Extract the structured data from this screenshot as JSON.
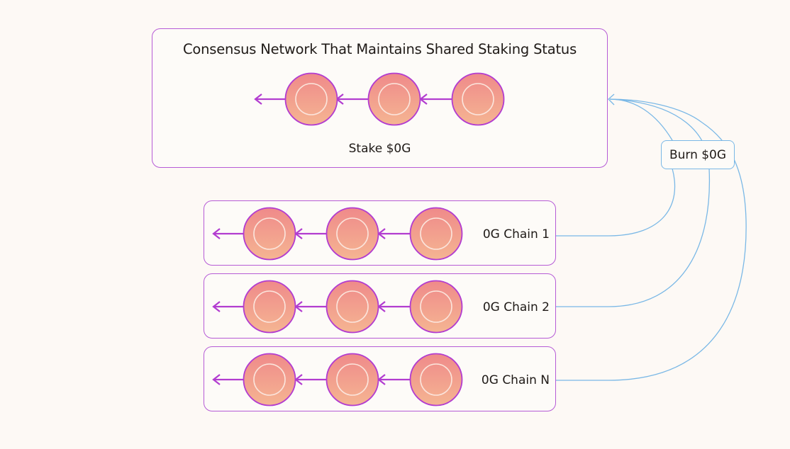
{
  "title": "Consensus Network That Maintains Shared Staking Status",
  "stake_label": "Stake $0G",
  "burn_label": "Burn $0G",
  "chains": [
    {
      "label": "0G Chain 1"
    },
    {
      "label": "0G Chain 2"
    },
    {
      "label": "0G Chain N"
    }
  ],
  "colors": {
    "box_border": "#b65bd6",
    "arrow": "#b23cd0",
    "node_top": "#ef8a8a",
    "node_bottom": "#f5b592",
    "node_ring": "#fbe5dc",
    "burn_line": "#7ab8e6"
  }
}
